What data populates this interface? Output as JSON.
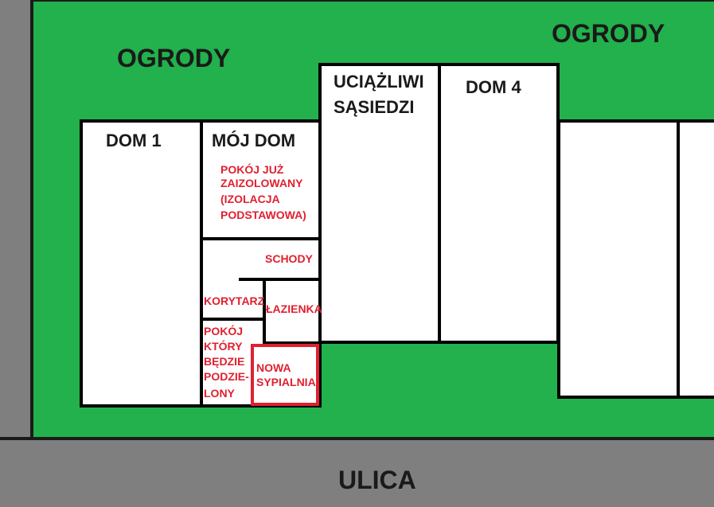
{
  "labels": {
    "garden_left": "OGRODY",
    "garden_right": "OGRODY",
    "street": "ULICA",
    "house_1": "DOM 1",
    "my_house": "MÓJ DOM",
    "neighbours_line1": "UCIĄŻLIWI",
    "neighbours_line2": "SĄSIEDZI",
    "house_4": "DOM 4",
    "room_insulated_1": "POKÓJ JUŻ",
    "room_insulated_2": "ZAIZOLOWANY",
    "room_insulated_3": "(IZOLACJA",
    "room_insulated_4": "PODSTAWOWA)",
    "stairs": "SCHODY",
    "corridor": "KORYTARZ",
    "bathroom": "ŁAZIENKA",
    "room_split_1": "POKÓJ",
    "room_split_2": "KTÓRY",
    "room_split_3": "BĘDZIE",
    "room_split_4": "PODZIE-",
    "room_split_5": "LONY",
    "new_bedroom_1": "NOWA",
    "new_bedroom_2": "SYPIALNIA"
  },
  "colors": {
    "garden": "#22b14c",
    "road": "#7f7f7f",
    "wall": "#000000",
    "highlight": "#e02030"
  }
}
